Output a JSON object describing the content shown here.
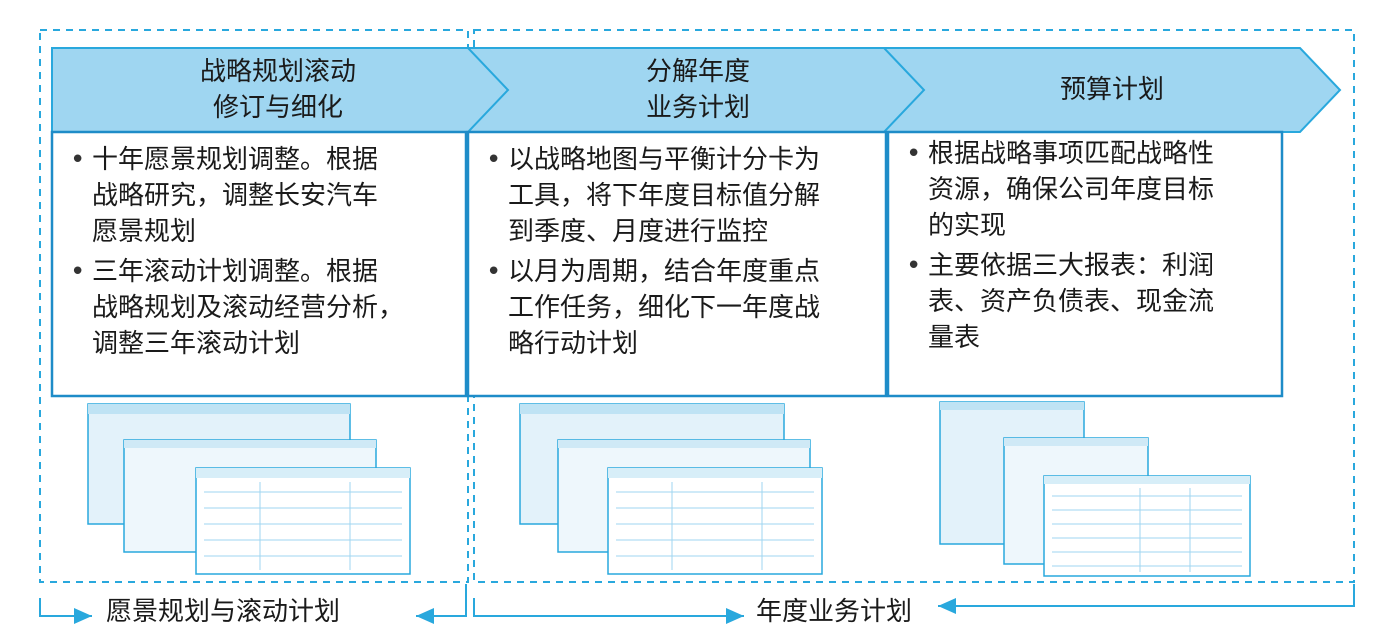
{
  "colors": {
    "accent": "#29a8dd",
    "header_fill": "#9fd6f1",
    "box_border": "#1e8cc8",
    "doc_fill": "#e3f2fa"
  },
  "stages": [
    {
      "title_lines": [
        "战略规划滚动",
        "修订与细化"
      ],
      "bullets": [
        {
          "lines": [
            "十年愿景规划调整。根据",
            "战略研究，调整长安汽车",
            "愿景规划"
          ]
        },
        {
          "lines": [
            "三年滚动计划调整。根据",
            "战略规划及滚动经营分析，",
            "调整三年滚动计划"
          ]
        }
      ]
    },
    {
      "title_lines": [
        "分解年度",
        "业务计划"
      ],
      "bullets": [
        {
          "lines": [
            "以战略地图与平衡计分卡为",
            "工具，将下年度目标值分解",
            "到季度、月度进行监控"
          ]
        },
        {
          "lines": [
            "以月为周期，结合年度重点",
            "工作任务，细化下一年度战",
            "略行动计划"
          ]
        }
      ]
    },
    {
      "title_lines": [
        "预算计划"
      ],
      "bullets": [
        {
          "lines": [
            "根据战略事项匹配战略性",
            "资源，确保公司年度目标",
            "的实现"
          ]
        },
        {
          "lines": [
            "主要依据三大报表：利润",
            "表、资产负债表、现金流",
            "量表"
          ]
        }
      ]
    }
  ],
  "bottom_labels": {
    "left": "愿景规划与滚动计划",
    "right": "年度业务计划"
  }
}
